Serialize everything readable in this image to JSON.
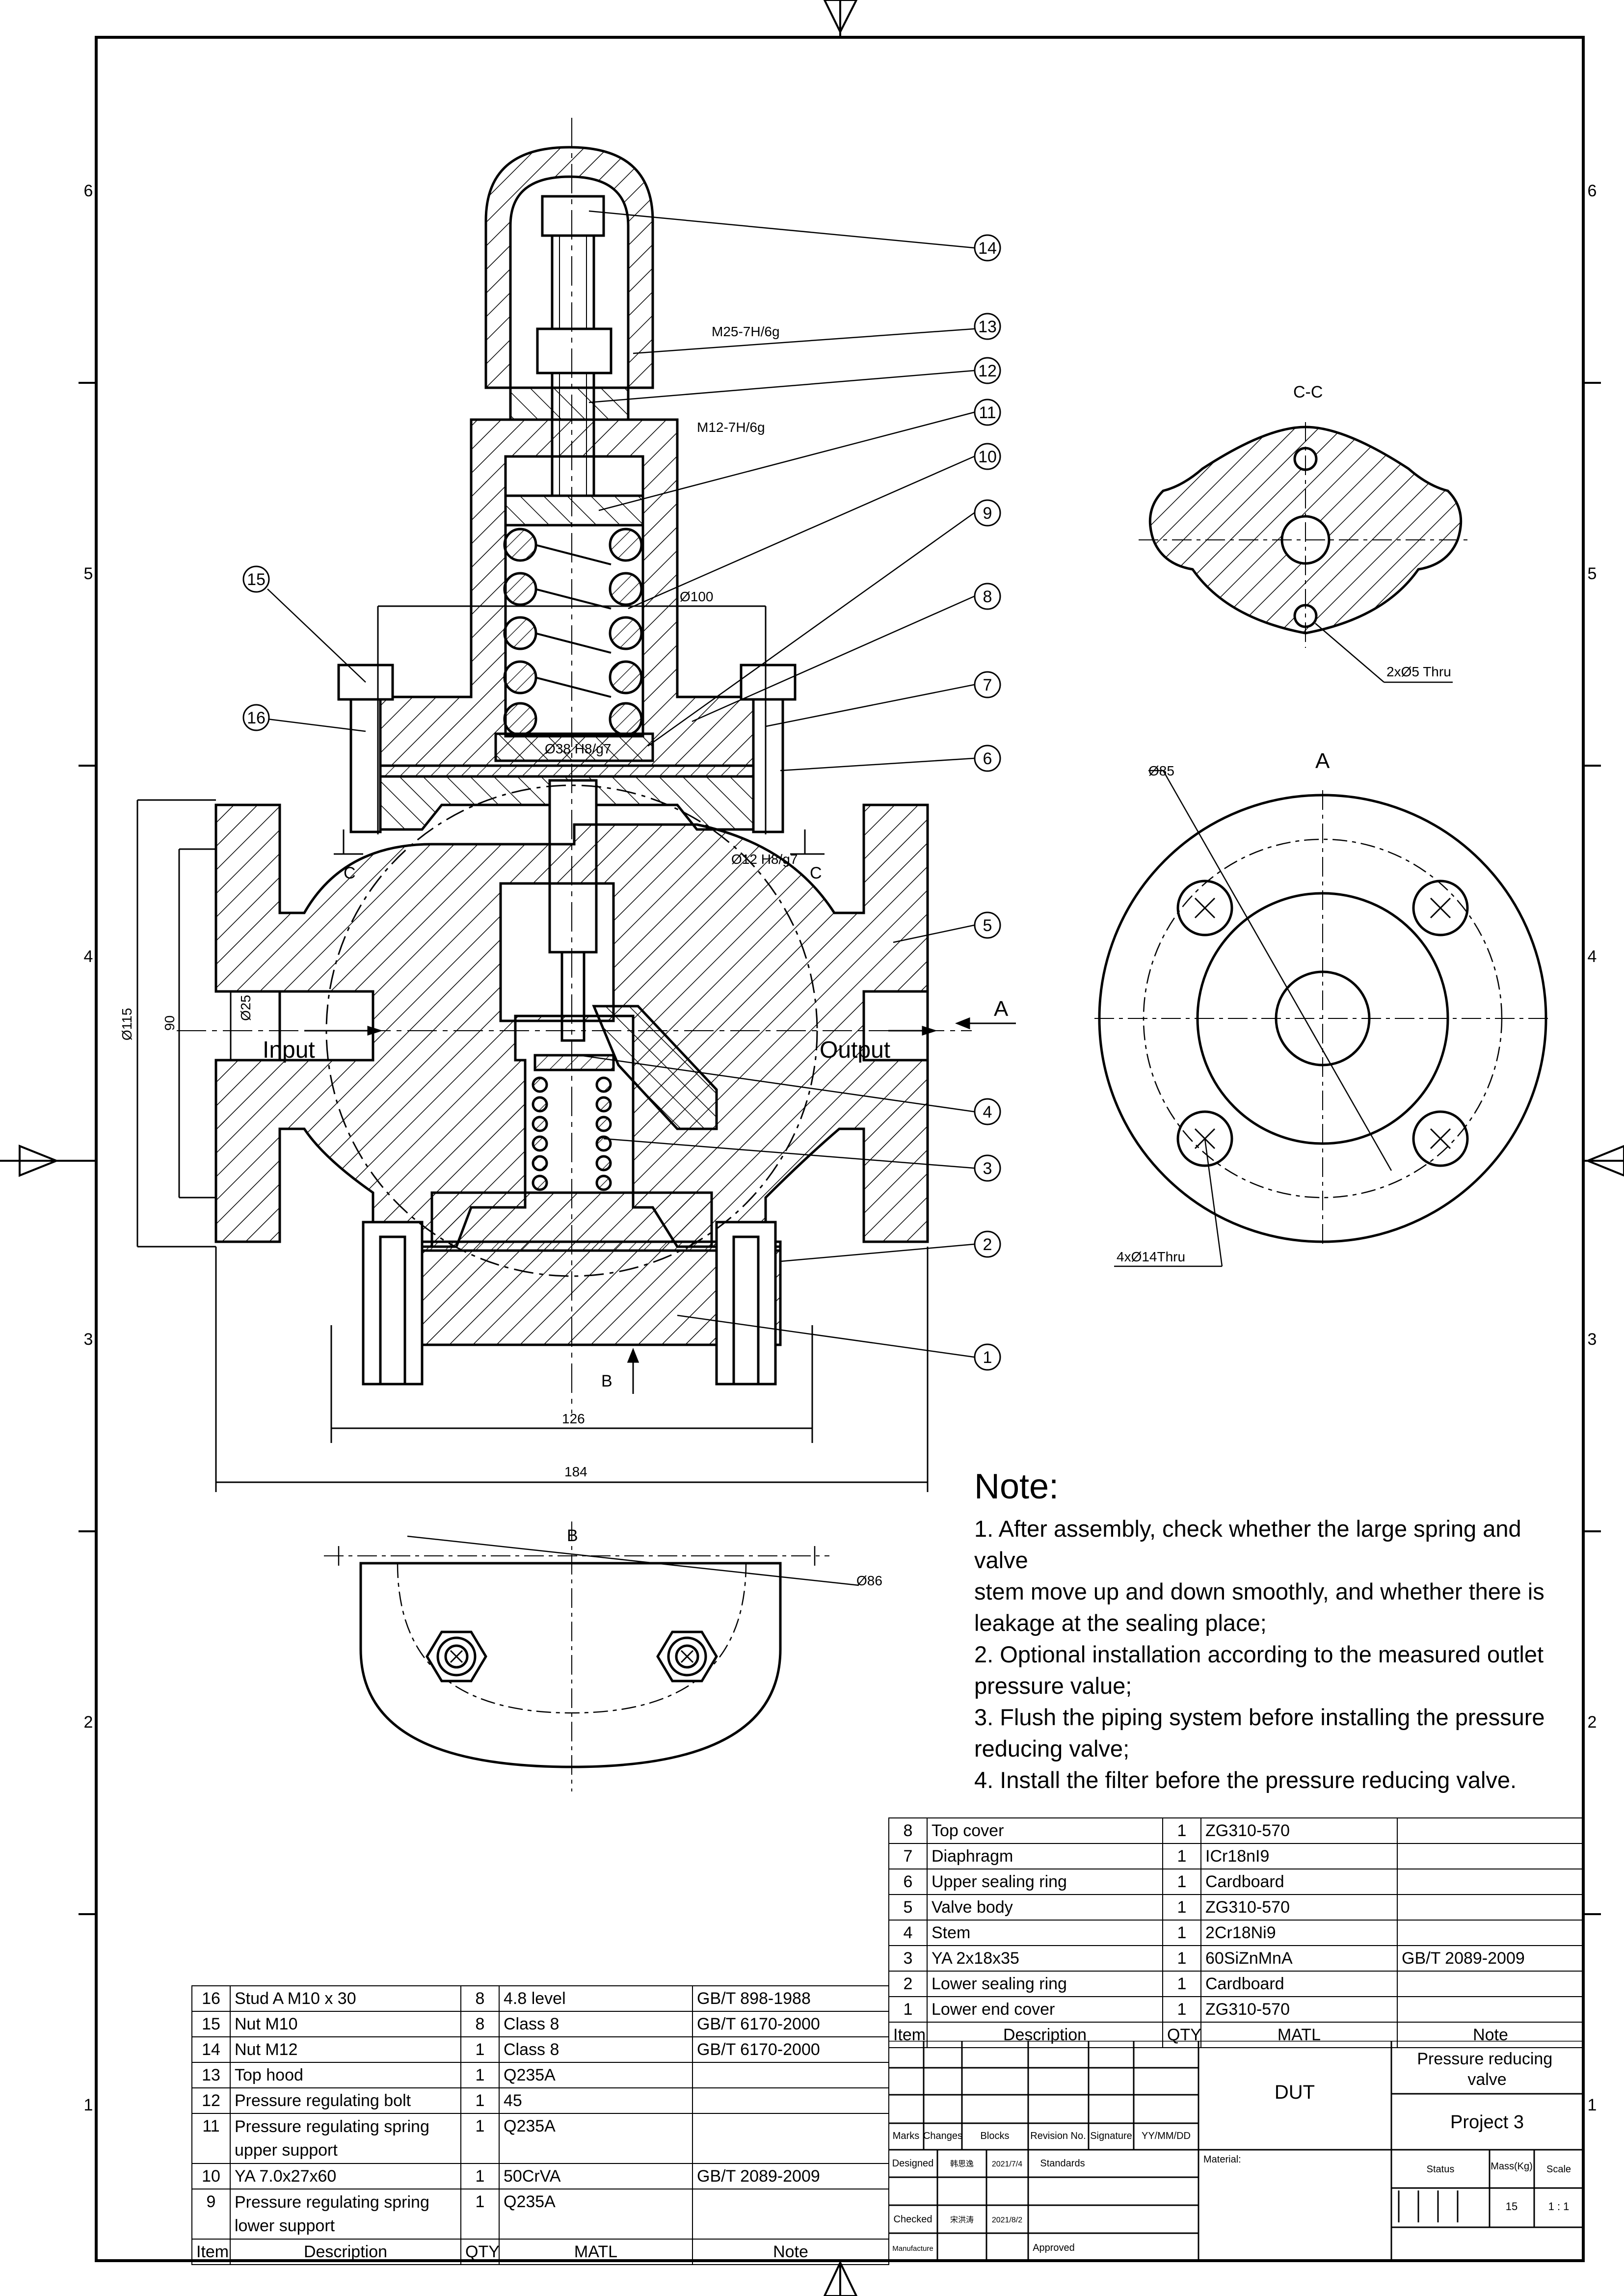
{
  "drawing": {
    "section_view_label": "C-C",
    "view_a_label": "A",
    "view_b_label": "B",
    "section_marker_c": "C",
    "arrow_a": "A",
    "arrow_b": "B",
    "input_label": "Input",
    "output_label": "Output",
    "zone_numbers": [
      "6",
      "5",
      "4",
      "3",
      "2",
      "1"
    ],
    "balloons": [
      "1",
      "2",
      "3",
      "4",
      "5",
      "6",
      "7",
      "8",
      "9",
      "10",
      "11",
      "12",
      "13",
      "14",
      "15",
      "16"
    ],
    "dimensions": {
      "thread_top": "M25-7H/6g",
      "thread_bolt": "M12-7H/6g",
      "dia_100": "Ø100",
      "fit_38": "Ø38 H8/g7",
      "fit_12": "Ø12 H8/g7",
      "dia_115": "Ø115",
      "dim_90": "90",
      "dia_25": "Ø25",
      "dim_126": "126",
      "dim_184": "184",
      "dia_86": "Ø86",
      "dia_85": "Ø85",
      "holes_cc": "2xØ5 Thru",
      "holes_a": "4xØ14Thru"
    }
  },
  "note": {
    "title": "Note:",
    "lines": [
      "1. After assembly, check whether the large spring and valve",
      "stem move up and down smoothly, and whether there is",
      "leakage at the sealing place;",
      "2. Optional installation according to the measured outlet",
      "pressure value;",
      "3. Flush the piping system before installing the pressure",
      "reducing valve;",
      "4. Install the filter before the pressure reducing valve."
    ]
  },
  "bom_right": {
    "rows": [
      {
        "item": "8",
        "desc": "Top cover",
        "qty": "1",
        "matl": "ZG310-570",
        "note": ""
      },
      {
        "item": "7",
        "desc": "Diaphragm",
        "qty": "1",
        "matl": "ICr18nI9",
        "note": ""
      },
      {
        "item": "6",
        "desc": "Upper sealing ring",
        "qty": "1",
        "matl": "Cardboard",
        "note": ""
      },
      {
        "item": "5",
        "desc": "Valve body",
        "qty": "1",
        "matl": "ZG310-570",
        "note": ""
      },
      {
        "item": "4",
        "desc": "Stem",
        "qty": "1",
        "matl": "2Cr18Ni9",
        "note": ""
      },
      {
        "item": "3",
        "desc": "YA 2x18x35",
        "qty": "1",
        "matl": "60SiZnMnA",
        "note": "GB/T 2089-2009"
      },
      {
        "item": "2",
        "desc": "Lower sealing ring",
        "qty": "1",
        "matl": "Cardboard",
        "note": ""
      },
      {
        "item": "1",
        "desc": "Lower end cover",
        "qty": "1",
        "matl": "ZG310-570",
        "note": ""
      }
    ],
    "header": {
      "item": "Item",
      "desc": "Description",
      "qty": "QTY",
      "matl": "MATL",
      "note": "Note"
    }
  },
  "bom_left": {
    "rows": [
      {
        "item": "16",
        "desc": "Stud A M10 x 30",
        "qty": "8",
        "matl": "4.8 level",
        "note": "GB/T 898-1988"
      },
      {
        "item": "15",
        "desc": "Nut M10",
        "qty": "8",
        "matl": "Class 8",
        "note": "GB/T 6170-2000"
      },
      {
        "item": "14",
        "desc": "Nut M12",
        "qty": "1",
        "matl": "Class 8",
        "note": "GB/T 6170-2000"
      },
      {
        "item": "13",
        "desc": "Top hood",
        "qty": "1",
        "matl": "Q235A",
        "note": ""
      },
      {
        "item": "12",
        "desc": "Pressure regulating bolt",
        "qty": "1",
        "matl": "45",
        "note": ""
      },
      {
        "item": "11",
        "desc": "Pressure regulating spring upper support",
        "qty": "1",
        "matl": "Q235A",
        "note": ""
      },
      {
        "item": "10",
        "desc": "YA 7.0x27x60",
        "qty": "1",
        "matl": "50CrVA",
        "note": "GB/T 2089-2009"
      },
      {
        "item": "9",
        "desc": "Pressure regulating spring lower support",
        "qty": "1",
        "matl": "Q235A",
        "note": ""
      }
    ],
    "header": {
      "item": "Item",
      "desc": "Description",
      "qty": "QTY",
      "matl": "MATL",
      "note": "Note"
    }
  },
  "title_block": {
    "company": "DUT",
    "part_name": "Pressure reducing valve",
    "project": "Project 3",
    "material_label": "Material:",
    "status_label": "Status",
    "mass_label": "Mass(Kg)",
    "scale_label": "Scale",
    "mass_value": "15",
    "scale_value": "1 : 1",
    "rev_headers": [
      "Marks",
      "Changes",
      "Blocks",
      "Revision No.",
      "Signature",
      "YY/MM/DD"
    ],
    "designed_label": "Designed",
    "designed_name": "韩思逸",
    "designed_date": "2021/7/4",
    "standards_label": "Standards",
    "checked_label": "Checked",
    "checked_name": "宋洪涛",
    "checked_date": "2021/8/2",
    "manufacture_label": "Manufacture",
    "approved_label": "Approved"
  }
}
